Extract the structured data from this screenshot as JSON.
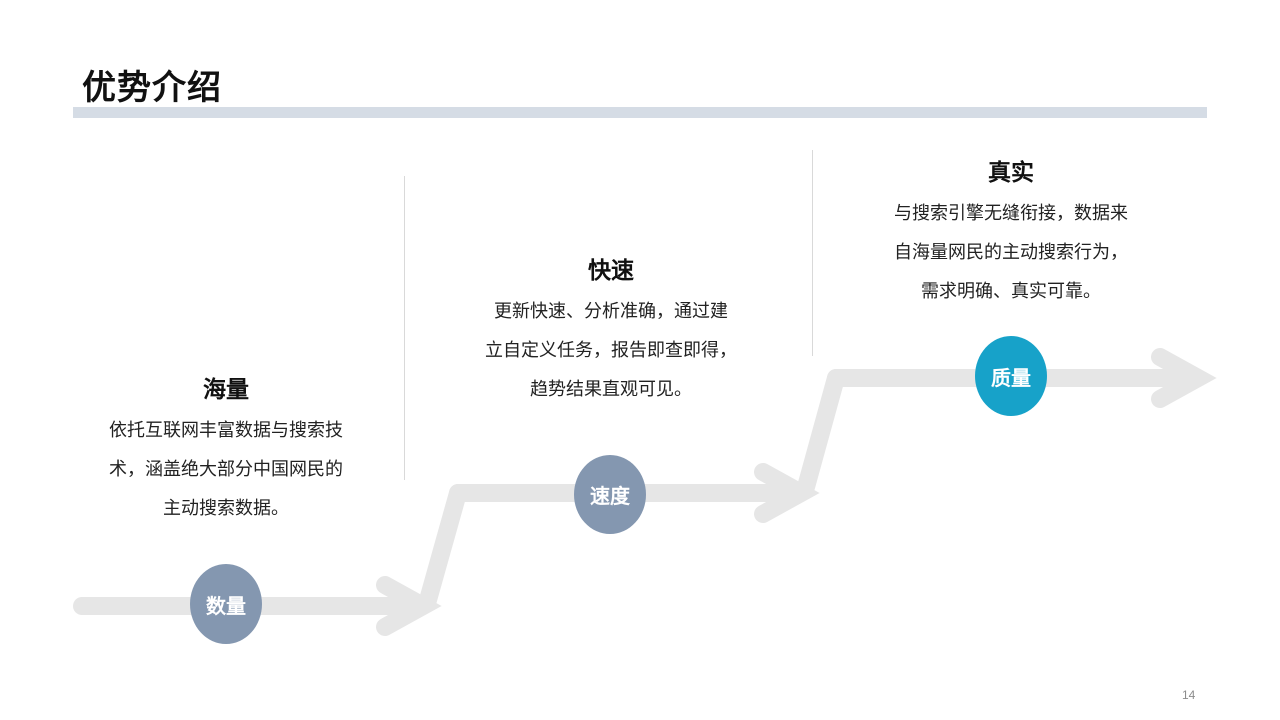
{
  "page": {
    "title": "优势介绍",
    "page_number": "14"
  },
  "colors": {
    "title_bar": "#d5dce5",
    "arrow": "#e6e6e6",
    "circle_steel": "#8497b0",
    "circle_accent": "#17a2c9"
  },
  "steps": [
    {
      "badge": "数量",
      "title": "海量",
      "desc_lines": [
        "依托互联网丰富数据与搜索技",
        "术，涵盖绝大部分中国网民的",
        "主动搜索数据。"
      ]
    },
    {
      "badge": "速度",
      "title": "快速",
      "desc_lines": [
        "更新快速、分析准确，通过建",
        "立自定义任务，报告即查即得，",
        "趋势结果直观可见。"
      ]
    },
    {
      "badge": "质量",
      "title": "真实",
      "desc_lines": [
        "与搜索引擎无缝衔接，数据来",
        "自海量网民的主动搜索行为，",
        "需求明确、真实可靠。"
      ]
    }
  ]
}
